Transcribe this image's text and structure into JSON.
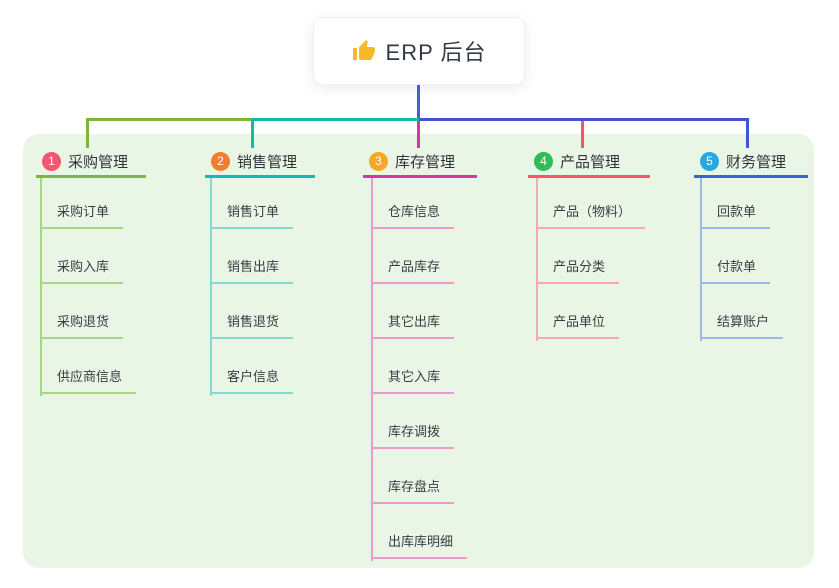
{
  "root": {
    "label": "ERP 后台",
    "icon": "thumbs-up-icon"
  },
  "colors": {
    "canvas_bg": "#ffffff",
    "panel_bg": "#eaf6e5",
    "trunk_blue": "#4a5fd4",
    "branch_green": "#7db53f",
    "branch_teal": "#14b8ac",
    "branch_magenta": "#d4379f",
    "branch_red": "#f4566a",
    "branch_blue": "#3e63d8",
    "badge_1": "#f25673",
    "badge_2": "#f57e2c",
    "badge_3": "#f7a824",
    "badge_4": "#30bd57",
    "badge_5": "#27a9e0"
  },
  "branches": [
    {
      "num": "1",
      "title": "采购管理",
      "items": [
        "采购订单",
        "采购入库",
        "采购退货",
        "供应商信息"
      ]
    },
    {
      "num": "2",
      "title": "销售管理",
      "items": [
        "销售订单",
        "销售出库",
        "销售退货",
        "客户信息"
      ]
    },
    {
      "num": "3",
      "title": "库存管理",
      "items": [
        "仓库信息",
        "产品库存",
        "其它出库",
        "其它入库",
        "库存调拨",
        "库存盘点",
        "出库库明细"
      ]
    },
    {
      "num": "4",
      "title": "产品管理",
      "items": [
        "产品（物料）",
        "产品分类",
        "产品单位"
      ]
    },
    {
      "num": "5",
      "title": "财务管理",
      "items": [
        "回款单",
        "付款单",
        "结算账户"
      ]
    }
  ]
}
